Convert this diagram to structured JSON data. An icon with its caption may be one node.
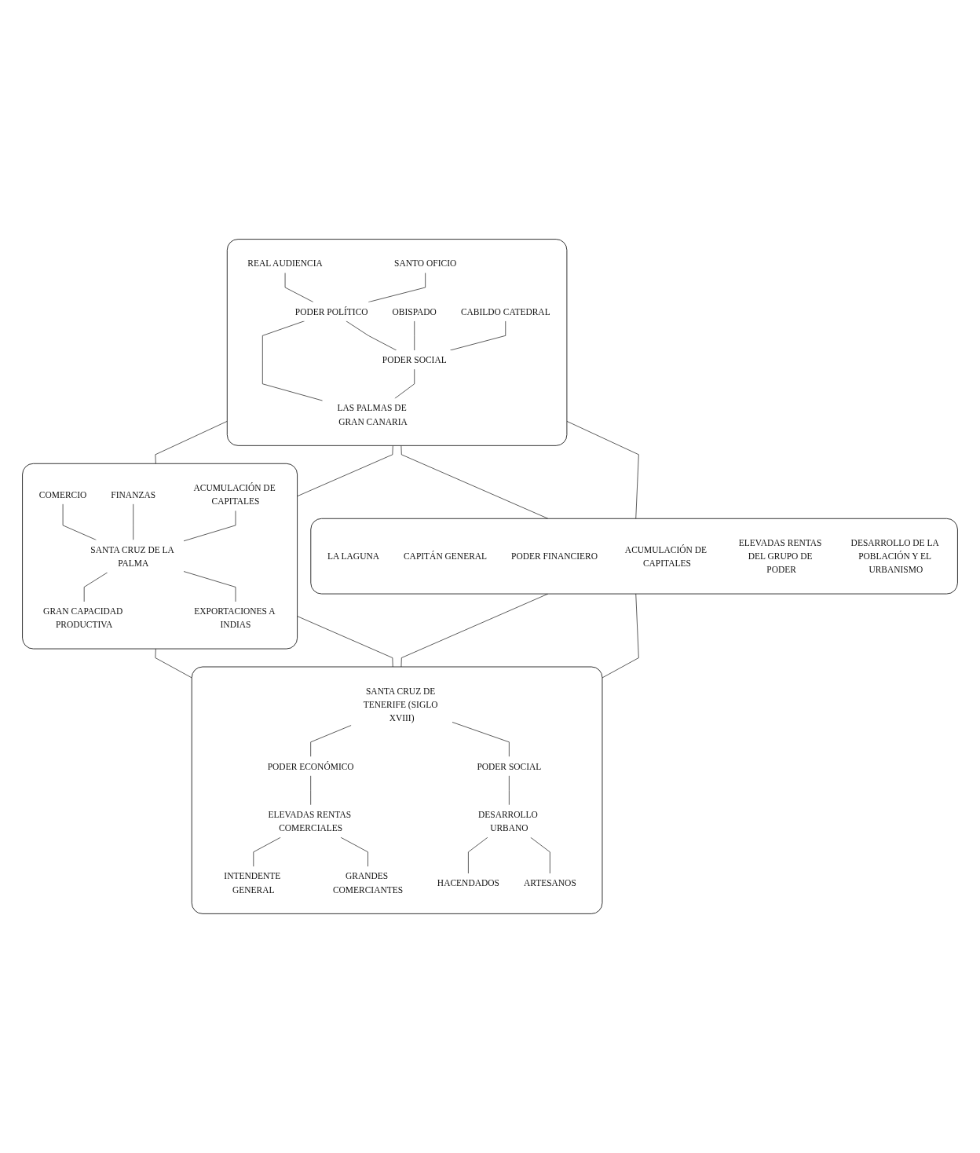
{
  "diagram": {
    "nodes": [
      {
        "text": [],
        "shape": "box"
      },
      {
        "text": [
          "REAL AUDIENCIA"
        ],
        "in": 0
      },
      {
        "text": [
          "SANTO OFICIO"
        ],
        "in": 0
      },
      {
        "text": [
          "OBISPADO"
        ],
        "in": 0
      },
      {
        "text": [
          "CABILDO CATEDRAL"
        ],
        "in": 0
      },
      {
        "text": [
          "PODER POLÍTICO"
        ],
        "in": 0
      },
      {
        "text": [
          "PODER SOCIAL"
        ],
        "in": 0
      },
      {
        "text": [
          "LAS PALMAS DE GRAN CANARIA"
        ],
        "in": 0
      },
      {
        "text": [],
        "shape": "box"
      },
      {
        "text": [
          "COMERCIO"
        ],
        "in": 8
      },
      {
        "text": [
          "FINANZAS"
        ],
        "in": 8
      },
      {
        "text": [
          "ACUMULACIÓN DE CAPITALES"
        ],
        "in": 8
      },
      {
        "text": [
          "SANTA CRUZ DE LA PALMA"
        ],
        "in": 8
      },
      {
        "text": [
          "GRAN CAPACIDAD PRODUCTIVA"
        ],
        "in": 8
      },
      {
        "text": [
          "EXPORTACIONES A INDIAS"
        ],
        "in": 8
      },
      {
        "text": [],
        "shape": "box"
      },
      {
        "text": [
          "LA LAGUNA"
        ],
        "in": 15
      },
      {
        "text": [
          "CAPITÁN GENERAL"
        ],
        "in": 15
      },
      {
        "text": [
          "PODER FINANCIERO"
        ],
        "in": 15
      },
      {
        "text": [
          "ACUMULACIÓN DE CAPITALES"
        ],
        "in": 15
      },
      {
        "text": [
          "ELEVADAS RENTAS DEL GRUPO DE PODER"
        ],
        "in": 15
      },
      {
        "text": [
          "DESARROLLO DE LA POBLACIÓN Y EL URBANISMO"
        ],
        "in": 15
      },
      {
        "text": [],
        "shape": "box"
      },
      {
        "text": [
          "SANTA CRUZ DE TENERIFE (SIGLO XVIII)"
        ],
        "in": 22
      },
      {
        "text": [
          "PODER ECONÓMICO"
        ],
        "in": 22
      },
      {
        "text": [
          "PODER SOCIAL"
        ],
        "in": 22
      },
      {
        "text": [
          "ELEVADAS RENTAS COMERCIALES"
        ],
        "in": 22
      },
      {
        "text": [
          "DESARROLLO URBANO"
        ],
        "in": 22
      },
      {
        "text": [
          "INTENDENTE GENERAL"
        ],
        "in": 22
      },
      {
        "text": [
          "GRANDES COMERCIANTES"
        ],
        "in": 22
      },
      {
        "text": [
          "HACENDADOS"
        ],
        "in": 22
      },
      {
        "text": [
          "ARTESANOS"
        ],
        "in": 22
      }
    ],
    "edges": [
      {
        "from": 1,
        "to": 5,
        "arrow": "none"
      },
      {
        "from": 2,
        "to": 5,
        "arrow": "none"
      },
      {
        "from": 3,
        "to": 6,
        "arrow": "none"
      },
      {
        "from": 4,
        "to": 6,
        "arrow": "none"
      },
      {
        "from": 5,
        "to": 6,
        "arrow": "none"
      },
      {
        "from": 5,
        "to": 7,
        "arrow": "none"
      },
      {
        "from": 6,
        "to": 7,
        "arrow": "none"
      },
      {
        "from": 0,
        "to": 8,
        "arrow": "none"
      },
      {
        "from": 0,
        "to": 8,
        "arrow": "none"
      },
      {
        "from": 0,
        "to": 15,
        "arrow": "none"
      },
      {
        "from": 0,
        "to": 15,
        "arrow": "none"
      },
      {
        "from": 9,
        "to": 12,
        "arrow": "none"
      },
      {
        "from": 10,
        "to": 12,
        "arrow": "none"
      },
      {
        "from": 11,
        "to": 12,
        "arrow": "none"
      },
      {
        "from": 12,
        "to": 13,
        "arrow": "none"
      },
      {
        "from": 12,
        "to": 14,
        "arrow": "none"
      },
      {
        "from": 8,
        "to": 22,
        "arrow": "none"
      },
      {
        "from": 8,
        "to": 22,
        "arrow": "none"
      },
      {
        "from": 15,
        "to": 22,
        "arrow": "none"
      },
      {
        "from": 15,
        "to": 22,
        "arrow": "none"
      },
      {
        "from": 23,
        "to": 24,
        "arrow": "none"
      },
      {
        "from": 23,
        "to": 25,
        "arrow": "none"
      },
      {
        "from": 24,
        "to": 26,
        "arrow": "none"
      },
      {
        "from": 25,
        "to": 27,
        "arrow": "none"
      },
      {
        "from": 26,
        "to": 28,
        "arrow": "none"
      },
      {
        "from": 26,
        "to": 29,
        "arrow": "none"
      },
      {
        "from": 27,
        "to": 30,
        "arrow": "none"
      },
      {
        "from": 27,
        "to": 31,
        "arrow": "none"
      }
    ]
  }
}
